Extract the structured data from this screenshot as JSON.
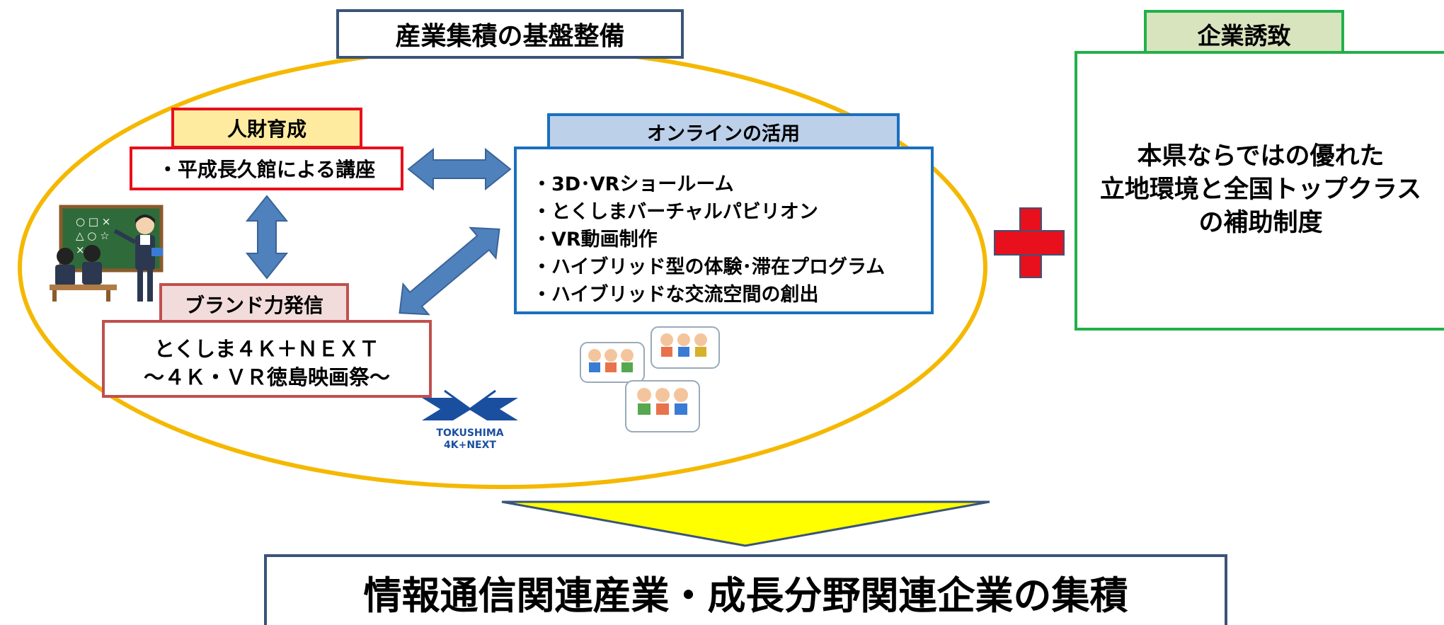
{
  "infra": {
    "title": "産業集積の基盤整備",
    "hr": {
      "title": "人財育成",
      "body": "・平成長久館による講座"
    },
    "online": {
      "title": "オンラインの活用",
      "items": [
        "・3D･VRショールーム",
        "・とくしまバーチャルパビリオン",
        "・VR動画制作",
        "・ハイブリッド型の体験･滞在プログラム",
        "・ハイブリッドな交流空間の創出"
      ]
    },
    "brand": {
      "title": "ブランド力発信",
      "line1": "とくしま４Ｋ＋ＮＥＸＴ",
      "line2": "～４Ｋ・ＶＲ徳島映画祭～"
    },
    "logo": {
      "line1": "TOKUSHIMA",
      "line2": "4K+NEXT"
    }
  },
  "attraction": {
    "title": "企業誘致",
    "lines": [
      "本県ならではの優れた",
      "立地環境と全国トップクラス",
      "の補助制度"
    ]
  },
  "result": {
    "text": "情報通信関連産業・成長分野関連企業の集積"
  },
  "colors": {
    "ellipse": "#f5b800",
    "navy": "#3b5478",
    "red": "#e8101c",
    "blue": "#1a6fc0",
    "green": "#22b04b",
    "brandRed": "#c0504d",
    "arrowBlue": "#4f81bd",
    "yellow": "#ffff00"
  },
  "icons": [
    "plus-icon",
    "teacher-illustration",
    "online-meeting-illustration",
    "tokushima-logo-icon",
    "double-arrow-icon",
    "down-triangle-icon"
  ]
}
